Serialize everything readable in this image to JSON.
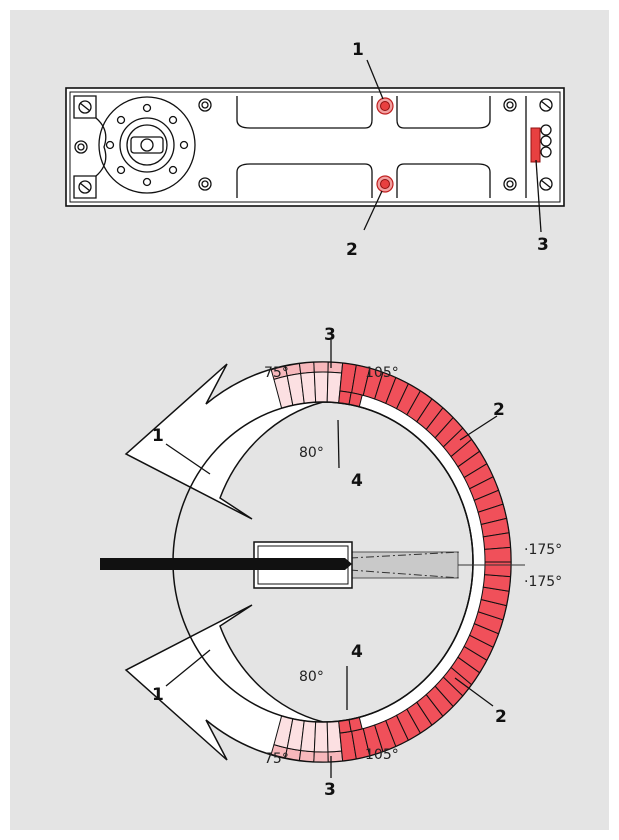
{
  "top_view": {
    "callouts": [
      "1",
      "2",
      "3"
    ]
  },
  "dial": {
    "callouts": {
      "arrow_top": "1",
      "arrow_bottom": "1",
      "range_top": "2",
      "range_bottom": "2",
      "segment_top": "3",
      "segment_bottom": "3",
      "light_top": "4",
      "light_bottom": "4"
    },
    "angles": {
      "top_left": "75°",
      "top_right": "105°",
      "top_inner": "80°",
      "bottom_left": "75°",
      "bottom_right": "105°",
      "bottom_inner": "80°",
      "end_upper": "·175°",
      "end_lower": "·175°"
    }
  },
  "colors": {
    "background": "#e4e4e4",
    "range_red": "#f0505a",
    "range_light": "#f7b8bc",
    "range_lighter": "#fce0e2",
    "screw_red": "#e84040",
    "bar": "#111111",
    "arm_fill": "#c9c9c9"
  }
}
